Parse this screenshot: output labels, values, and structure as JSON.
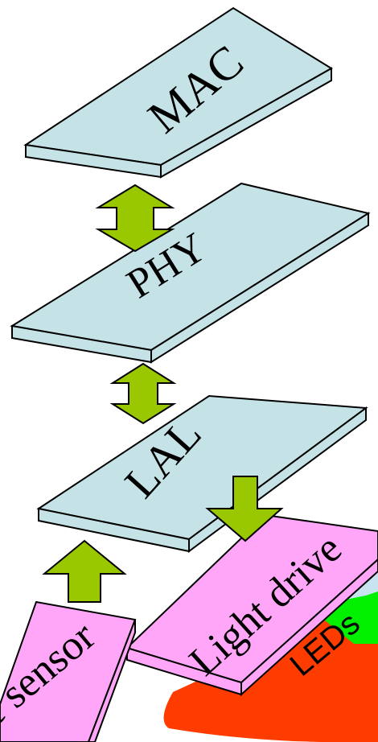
{
  "layers": {
    "mac": {
      "label": "MAC"
    },
    "phy": {
      "label": "PHY"
    },
    "lal": {
      "label": "LAL"
    }
  },
  "devices": {
    "light_driver": {
      "label": "Light drive"
    },
    "light_sensor": {
      "label": "e sensor"
    }
  },
  "emitter": {
    "label": "LEDs"
  },
  "colors": {
    "layer_fill": "#C5E3E6",
    "device_fill": "#FFA6F8",
    "arrow_fill": "#99C800",
    "led_red": "#FF3C00",
    "led_green": "#00F000",
    "led_light": "#C8E4F0",
    "outline": "#000000"
  }
}
